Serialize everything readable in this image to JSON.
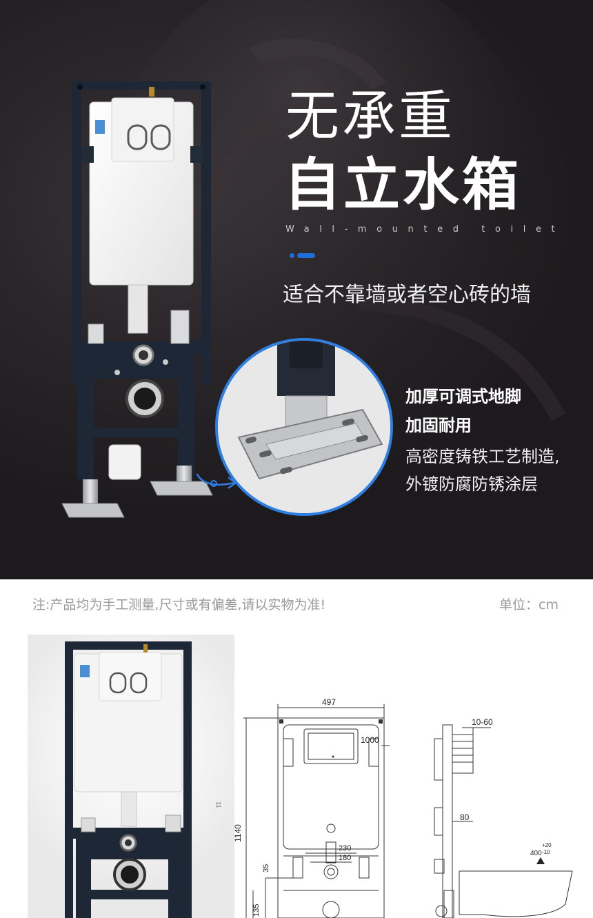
{
  "hero": {
    "title_line1": "无承重",
    "title_line2": "自立水箱",
    "subtitle_en": "Wall-mounted toilet",
    "tagline": "适合不靠墙或者空心砖的墙",
    "features": [
      "加厚可调式地脚",
      "加固耐用",
      "高密度铸铁工艺制造,",
      "外镀防腐防锈涂层"
    ],
    "accent_color": "#1f6fd8"
  },
  "spec": {
    "note": "注:产品均为手工测量,尺寸或有偏差,请以实物为准!",
    "unit": "单位：cm",
    "front_dims": {
      "width": "497",
      "height": "1140",
      "height_small": "1140",
      "flush_height": "1000",
      "outlet_spacing_outer": "230",
      "outlet_spacing_inner": "180",
      "side_35": "35",
      "bottom_135": "135"
    },
    "side_dims": {
      "depth_range": "10-60",
      "depth_80": "80",
      "tolerance_base": "400",
      "tolerance_plus": "+20",
      "tolerance_minus": "-10"
    }
  }
}
